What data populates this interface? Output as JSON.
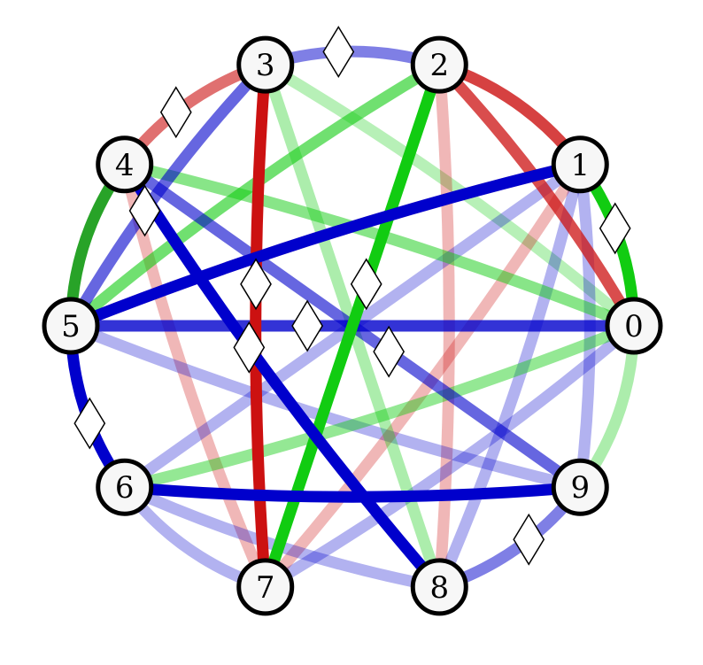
{
  "diagram": {
    "type": "circular-graph",
    "colors": {
      "red": "#cc1111",
      "green": "#11cc11",
      "dark_green": "#119911",
      "blue": "#0000cc",
      "node_fill": "#f7f7f7",
      "node_stroke": "#000000",
      "marker_fill": "#ffffff"
    },
    "nodes": [
      {
        "id": 0,
        "label": "0"
      },
      {
        "id": 1,
        "label": "1"
      },
      {
        "id": 2,
        "label": "2"
      },
      {
        "id": 3,
        "label": "3"
      },
      {
        "id": 4,
        "label": "4"
      },
      {
        "id": 5,
        "label": "5"
      },
      {
        "id": 6,
        "label": "6"
      },
      {
        "id": 7,
        "label": "7"
      },
      {
        "id": 8,
        "label": "8"
      },
      {
        "id": 9,
        "label": "9"
      }
    ],
    "edges": [
      {
        "source": 3,
        "target": 2,
        "color": "blue",
        "opacity": 0.5
      },
      {
        "source": 2,
        "target": 1,
        "color": "red",
        "opacity": 0.8
      },
      {
        "source": 1,
        "target": 0,
        "color": "green",
        "opacity": 1.0
      },
      {
        "source": 0,
        "target": 9,
        "color": "green",
        "opacity": 0.35
      },
      {
        "source": 9,
        "target": 8,
        "color": "blue",
        "opacity": 0.5
      },
      {
        "source": 7,
        "target": 6,
        "color": "blue",
        "opacity": 0.3
      },
      {
        "source": 6,
        "target": 5,
        "color": "blue",
        "opacity": 1.0
      },
      {
        "source": 5,
        "target": 4,
        "color": "dark_green",
        "opacity": 0.9
      },
      {
        "source": 4,
        "target": 3,
        "color": "red",
        "opacity": 0.6
      },
      {
        "source": 2,
        "target": 0,
        "color": "red",
        "opacity": 0.75
      },
      {
        "source": 3,
        "target": 0,
        "color": "green",
        "opacity": 0.3
      },
      {
        "source": 3,
        "target": 8,
        "color": "green",
        "opacity": 0.35
      },
      {
        "source": 3,
        "target": 7,
        "color": "red",
        "opacity": 1.0
      },
      {
        "source": 2,
        "target": 5,
        "color": "green",
        "opacity": 0.6
      },
      {
        "source": 2,
        "target": 7,
        "color": "green",
        "opacity": 1.0
      },
      {
        "source": 2,
        "target": 8,
        "color": "red",
        "opacity": 0.3
      },
      {
        "source": 4,
        "target": 8,
        "color": "blue",
        "opacity": 1.0
      },
      {
        "source": 4,
        "target": 0,
        "color": "green",
        "opacity": 0.5
      },
      {
        "source": 4,
        "target": 7,
        "color": "red",
        "opacity": 0.3
      },
      {
        "source": 5,
        "target": 1,
        "color": "blue",
        "opacity": 1.0
      },
      {
        "source": 5,
        "target": 0,
        "color": "blue",
        "opacity": 0.8
      },
      {
        "source": 5,
        "target": 9,
        "color": "blue",
        "opacity": 0.3
      },
      {
        "source": 5,
        "target": 3,
        "color": "blue",
        "opacity": 0.6
      },
      {
        "source": 6,
        "target": 9,
        "color": "blue",
        "opacity": 1.0
      },
      {
        "source": 6,
        "target": 1,
        "color": "blue",
        "opacity": 0.3
      },
      {
        "source": 6,
        "target": 0,
        "color": "green",
        "opacity": 0.45
      },
      {
        "source": 7,
        "target": 0,
        "color": "blue",
        "opacity": 0.3
      },
      {
        "source": 8,
        "target": 1,
        "color": "blue",
        "opacity": 0.3
      },
      {
        "source": 9,
        "target": 1,
        "color": "blue",
        "opacity": 0.3
      },
      {
        "source": 1,
        "target": 7,
        "color": "red",
        "opacity": 0.3
      },
      {
        "source": 1,
        "target": 5,
        "color": "red",
        "opacity": 0.3
      },
      {
        "source": 6,
        "target": 8,
        "color": "blue",
        "opacity": 0.3
      },
      {
        "source": 9,
        "target": 4,
        "color": "blue",
        "opacity": 0.6
      }
    ]
  }
}
